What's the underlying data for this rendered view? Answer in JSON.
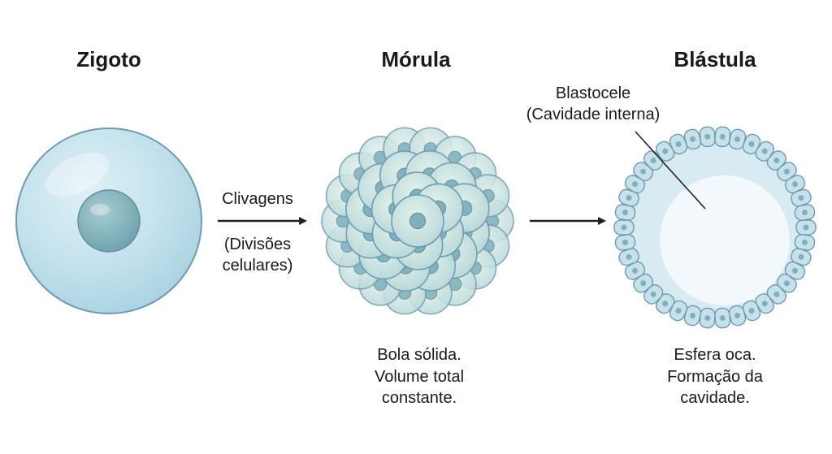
{
  "stages": {
    "zigoto": {
      "title": "Zigoto"
    },
    "morula": {
      "title": "Mórula",
      "caption": [
        "Bola sólida.",
        "Volume total",
        "constante."
      ]
    },
    "blastula": {
      "title": "Blástula",
      "caption": [
        "Esfera oca.",
        "Formação da",
        "cavidade."
      ]
    }
  },
  "arrow1": {
    "label_top": "Clivagens",
    "label_bottom": [
      "(Divisões",
      "celulares)"
    ]
  },
  "blastocele_label": [
    "Blastocele",
    "(Cavidade interna)"
  ],
  "colors": {
    "cell_fill": "#c6e1ea",
    "cell_stroke": "#6f9bb0",
    "nucleus": "#7fb0bb",
    "cavity": "#eef6fa"
  }
}
